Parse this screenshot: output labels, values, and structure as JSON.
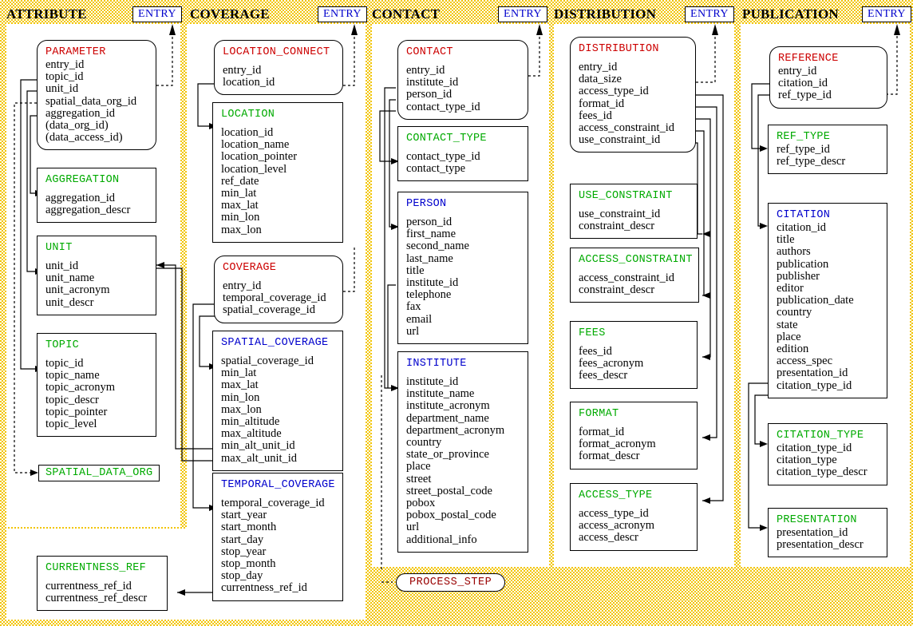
{
  "groups": [
    {
      "id": "attribute",
      "title": "ATTRIBUTE",
      "entry_label": "ENTRY"
    },
    {
      "id": "coverage",
      "title": "COVERAGE",
      "entry_label": "ENTRY"
    },
    {
      "id": "contact",
      "title": "CONTACT",
      "entry_label": "ENTRY"
    },
    {
      "id": "distribution",
      "title": "DISTRIBUTION",
      "entry_label": "ENTRY"
    },
    {
      "id": "publication",
      "title": "PUBLICATION",
      "entry_label": "ENTRY"
    }
  ],
  "entities": {
    "parameter": {
      "title": "PARAMETER",
      "fields": [
        "entry_id",
        "topic_id",
        "unit_id",
        "spatial_data_org_id",
        "aggregation_id",
        "(data_org_id)",
        "(data_access_id)"
      ]
    },
    "aggregation": {
      "title": "AGGREGATION",
      "fields": [
        "aggregation_id",
        "aggregation_descr"
      ]
    },
    "unit": {
      "title": "UNIT",
      "fields": [
        "unit_id",
        "unit_name",
        "unit_acronym",
        "unit_descr"
      ]
    },
    "topic": {
      "title": "TOPIC",
      "fields": [
        "topic_id",
        "topic_name",
        "topic_acronym",
        "topic_descr",
        "topic_pointer",
        "topic_level"
      ]
    },
    "spatial_data_org": {
      "title": "SPATIAL_DATA_ORG"
    },
    "currentness_ref": {
      "title": "CURRENTNESS_REF",
      "fields": [
        "currentness_ref_id",
        "currentness_ref_descr"
      ]
    },
    "location_connect": {
      "title": "LOCATION_CONNECT",
      "fields": [
        "entry_id",
        "location_id"
      ]
    },
    "location": {
      "title": "LOCATION",
      "fields": [
        "location_id",
        "location_name",
        "location_pointer",
        "location_level",
        "ref_date",
        "min_lat",
        "max_lat",
        "min_lon",
        "max_lon"
      ]
    },
    "coverage": {
      "title": "COVERAGE",
      "fields": [
        "entry_id",
        "temporal_coverage_id",
        "spatial_coverage_id"
      ]
    },
    "spatial_coverage": {
      "title": "SPATIAL_COVERAGE",
      "fields": [
        "spatial_coverage_id",
        "min_lat",
        "max_lat",
        "min_lon",
        "max_lon",
        "min_altitude",
        "max_altitude",
        "min_alt_unit_id",
        "max_alt_unit_id"
      ]
    },
    "temporal_coverage": {
      "title": "TEMPORAL_COVERAGE",
      "fields": [
        "temporal_coverage_id",
        "start_year",
        "start_month",
        "start_day",
        "stop_year",
        "stop_month",
        "stop_day",
        "currentness_ref_id"
      ]
    },
    "contact": {
      "title": "CONTACT",
      "fields": [
        "entry_id",
        "institute_id",
        "person_id",
        "contact_type_id"
      ]
    },
    "contact_type": {
      "title": "CONTACT_TYPE",
      "fields": [
        "contact_type_id",
        "contact_type"
      ]
    },
    "person": {
      "title": "PERSON",
      "fields": [
        "person_id",
        "first_name",
        "second_name",
        "last_name",
        "title",
        "institute_id",
        "telephone",
        "fax",
        "email",
        "url"
      ]
    },
    "institute": {
      "title": "INSTITUTE",
      "fields": [
        "institute_id",
        "institute_name",
        "institute_acronym",
        "department_name",
        "department_acronym",
        "country",
        "state_or_province",
        "place",
        "street",
        "street_postal_code",
        "pobox",
        "pobox_postal_code",
        "url",
        "additional_info"
      ]
    },
    "process_step": {
      "title": "PROCESS_STEP"
    },
    "distribution": {
      "title": "DISTRIBUTION",
      "fields": [
        "entry_id",
        "data_size",
        "access_type_id",
        "format_id",
        "fees_id",
        "access_constraint_id",
        "use_constraint_id"
      ]
    },
    "use_constraint": {
      "title": "USE_CONSTRAINT",
      "fields": [
        "use_constraint_id",
        "constraint_descr"
      ]
    },
    "access_constraint": {
      "title": "ACCESS_CONSTRAINT",
      "fields": [
        "access_constraint_id",
        "constraint_descr"
      ]
    },
    "fees": {
      "title": "FEES",
      "fields": [
        "fees_id",
        "fees_acronym",
        "fees_descr"
      ]
    },
    "format": {
      "title": "FORMAT",
      "fields": [
        "format_id",
        "format_acronym",
        "format_descr"
      ]
    },
    "access_type": {
      "title": "ACCESS_TYPE",
      "fields": [
        "access_type_id",
        "access_acronym",
        "access_descr"
      ]
    },
    "reference": {
      "title": "REFERENCE",
      "fields": [
        "entry_id",
        "citation_id",
        "ref_type_id"
      ]
    },
    "ref_type": {
      "title": "REF_TYPE",
      "fields": [
        "ref_type_id",
        "ref_type_descr"
      ]
    },
    "citation": {
      "title": "CITATION",
      "fields": [
        "citation_id",
        "title",
        "authors",
        "publication",
        "publisher",
        "editor",
        "publication_date",
        "country",
        "state",
        "place",
        "edition",
        "access_spec",
        "presentation_id",
        "citation_type_id"
      ]
    },
    "citation_type": {
      "title": "CITATION_TYPE",
      "fields": [
        "citation_type_id",
        "citation_type",
        "citation_type_descr"
      ]
    },
    "presentation": {
      "title": "PRESENTATION",
      "fields": [
        "presentation_id",
        "presentation_descr"
      ]
    }
  },
  "colors": {
    "root_entity": "#cc0000",
    "lookup_entity": "#00aa00",
    "detail_entity": "#0000cc",
    "entry_link": "#0000cc",
    "background_pattern": "#f2c500",
    "panel": "#ffffff",
    "line": "#000000"
  }
}
